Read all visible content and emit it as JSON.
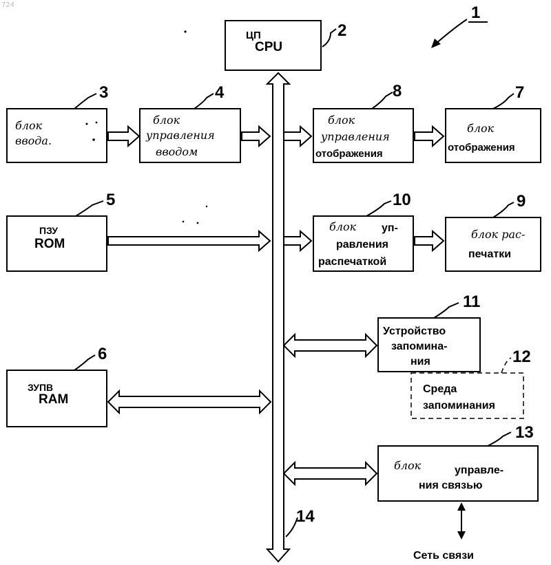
{
  "page_number": "724",
  "figure": {
    "number": "1"
  },
  "bus": {
    "number": "14"
  },
  "cpu": {
    "number": "2",
    "label_ru": "ЦП",
    "label_en": "CPU"
  },
  "input_block": {
    "number": "3",
    "line1": "блок",
    "line2": "ввода."
  },
  "input_control": {
    "number": "4",
    "line1": "блок",
    "line2": "управления",
    "line3": "вводом"
  },
  "display_control": {
    "number": "8",
    "line1": "блок",
    "line2": "управления",
    "line3": "отображения"
  },
  "display": {
    "number": "7",
    "line1": "блок",
    "line2": "отображения"
  },
  "rom": {
    "number": "5",
    "label_ru": "ПЗУ",
    "label_en": "ROM"
  },
  "print_control": {
    "number": "10",
    "line1_hand": "блок",
    "line1_print": "уп-",
    "line2": "равления",
    "line3": "распечаткой"
  },
  "printer": {
    "number": "9",
    "line1": "блок рас-",
    "line2": "печатки"
  },
  "storage_device": {
    "number": "11",
    "line1": "Устройство",
    "line2": "запомина-",
    "line3": "ния"
  },
  "storage_medium": {
    "number": "12",
    "line1": "Среда",
    "line2": "запоминания"
  },
  "ram": {
    "number": "6",
    "label_ru": "ЗУПВ",
    "label_en": "RAM"
  },
  "comm_control": {
    "number": "13",
    "line1_hand": "блок",
    "line1_print": "управле-",
    "line2": "ния связью"
  },
  "network": {
    "label": "Сеть связи"
  }
}
